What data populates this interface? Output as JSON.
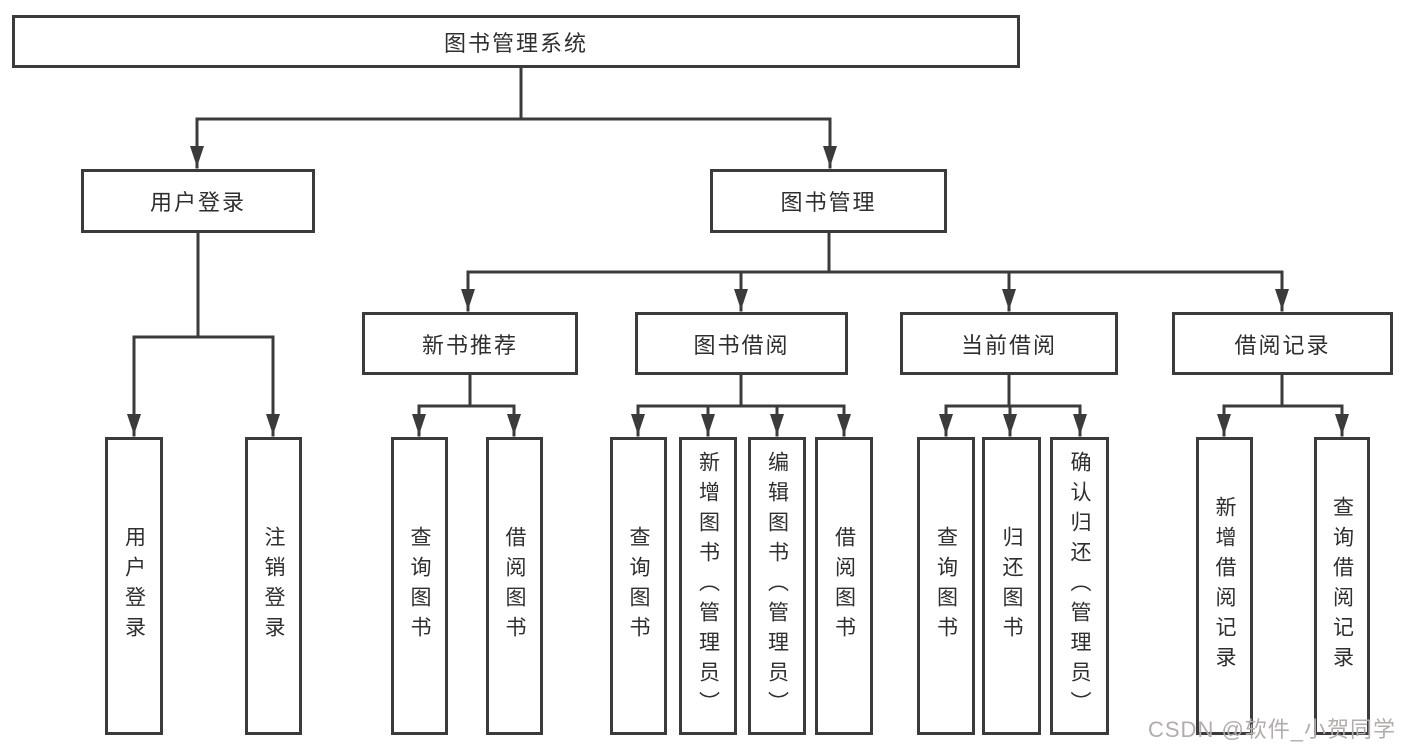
{
  "diagram_title": "图书管理系统",
  "tree": {
    "label": "图书管理系统",
    "children": [
      {
        "label": "用户登录",
        "children": [
          {
            "label": "用户登录"
          },
          {
            "label": "注销登录"
          }
        ]
      },
      {
        "label": "图书管理",
        "children": [
          {
            "label": "新书推荐",
            "children": [
              {
                "label": "查询图书"
              },
              {
                "label": "借阅图书"
              }
            ]
          },
          {
            "label": "图书借阅",
            "children": [
              {
                "label": "查询图书"
              },
              {
                "label": "新增图书（管理员）"
              },
              {
                "label": "编辑图书（管理员）"
              },
              {
                "label": "借阅图书"
              }
            ]
          },
          {
            "label": "当前借阅",
            "children": [
              {
                "label": "查询图书"
              },
              {
                "label": "归还图书"
              },
              {
                "label": "确认归还（管理员）"
              }
            ]
          },
          {
            "label": "借阅记录",
            "children": [
              {
                "label": "新增借阅记录"
              },
              {
                "label": "查询借阅记录"
              }
            ]
          }
        ]
      }
    ]
  },
  "watermark": {
    "text": "CSDN @软件_小贺同学"
  },
  "colors": {
    "line": "#3b3b3b",
    "box_border": "#3b3b3b",
    "text": "#2f2f2f",
    "background": "#ffffff",
    "watermark_text": "#b0adab"
  }
}
